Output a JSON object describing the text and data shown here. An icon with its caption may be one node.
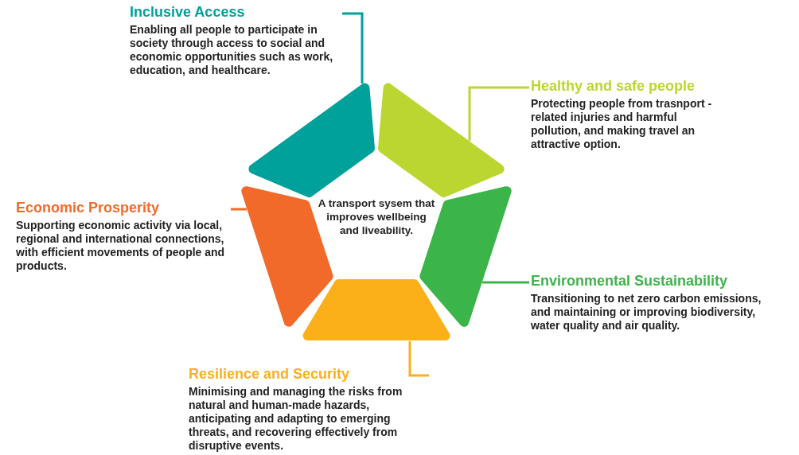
{
  "diagram": {
    "nodes": [
      {
        "text": [
          "Inclusive Access",
          "Enabling all people to participate in society through access to social and economic opportunities such as work, education, and healthcare."
        ]
      },
      {
        "text": [
          "Healthy and safe people",
          "Protecting people from trasnport -related injuries and harmful pollution, and making travel an attractive option."
        ]
      },
      {
        "text": [
          "Economic Prosperity",
          "Supporting economic activity via local, regional and international connections, with efficient movements of people and products."
        ]
      },
      {
        "text": [
          "Environmental Sustainability",
          "Transitioning to net zero carbon emissions, and maintaining or improving biodiversity, water quality and air quality."
        ]
      },
      {
        "text": [
          "Resilience and Security",
          "Minimising and managing the risks from natural and human-made hazards, anticipating and adapting to emerging threats, and recovering effectively from disruptive events."
        ]
      },
      {
        "text": [],
        "shape": "band"
      },
      {
        "text": [],
        "shape": "band"
      },
      {
        "text": [],
        "shape": "band"
      },
      {
        "text": [],
        "shape": "band"
      },
      {
        "text": [],
        "shape": "band"
      }
    ],
    "edges": [
      {
        "from": 0,
        "to": 5,
        "arrow": "none",
        "color": "#00a19a"
      },
      {
        "from": 1,
        "to": 6,
        "arrow": "none",
        "color": "#bcd631"
      },
      {
        "from": 2,
        "to": 7,
        "arrow": "none",
        "color": "#f26a2a"
      },
      {
        "from": 3,
        "to": 8,
        "arrow": "none",
        "color": "#3bb54a"
      },
      {
        "from": 4,
        "to": 9,
        "arrow": "none",
        "color": "#fbb01a"
      }
    ],
    "labels": [
      "A transport sysem that improves wellbeing and liveability."
    ]
  }
}
